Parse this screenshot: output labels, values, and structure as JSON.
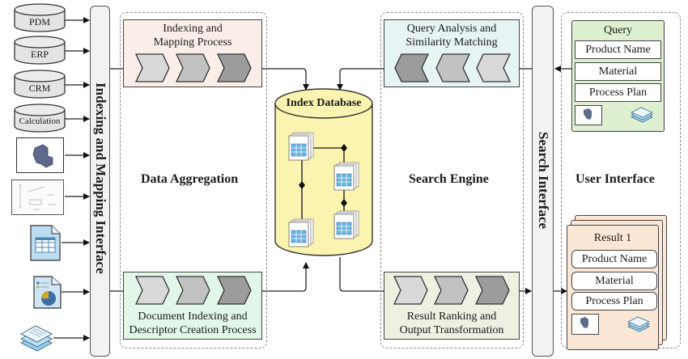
{
  "sources": [
    {
      "label": "PDM",
      "icon": "database-cylinder-icon"
    },
    {
      "label": "ERP",
      "icon": "database-cylinder-icon"
    },
    {
      "label": "CRM",
      "icon": "database-cylinder-icon"
    },
    {
      "label": "Calculation",
      "icon": "database-cylinder-icon"
    },
    {
      "label": "",
      "icon": "cad-model-icon"
    },
    {
      "label": "",
      "icon": "technical-drawing-icon"
    },
    {
      "label": "",
      "icon": "spreadsheet-document-icon"
    },
    {
      "label": "",
      "icon": "chart-document-icon"
    },
    {
      "label": "",
      "icon": "document-stack-icon"
    }
  ],
  "interfaces": {
    "left": "Indexing and Mapping Interface",
    "right": "Search Interface"
  },
  "sections": {
    "data_aggregation": "Data Aggregation",
    "search_engine": "Search Engine",
    "user_interface": "User Interface"
  },
  "processes": {
    "indexing_mapping": {
      "title_line1": "Indexing and",
      "title_line2": "Mapping Process",
      "color": "#fbeee8"
    },
    "document_indexing": {
      "title_line1": "Document Indexing and",
      "title_line2": "Descriptor Creation Process",
      "color": "#e2f7ea"
    },
    "query_analysis": {
      "title_line1": "Query Analysis and",
      "title_line2": "Similarity Matching",
      "color": "#e6f4f4"
    },
    "result_ranking": {
      "title_line1": "Result Ranking and",
      "title_line2": "Output Transformation",
      "color": "#eef0e2"
    }
  },
  "index_database": {
    "label": "Index Database",
    "color": "#fbf4b0"
  },
  "query": {
    "title": "Query",
    "fields": [
      "Product Name",
      "Material",
      "Process Plan"
    ],
    "color": "#def0cf"
  },
  "result": {
    "title": "Result 1",
    "fields": [
      "Product Name",
      "Material",
      "Process Plan"
    ],
    "color": "#fbe7d6"
  }
}
